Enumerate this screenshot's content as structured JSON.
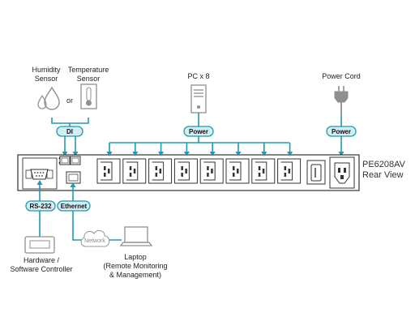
{
  "sensors": {
    "humidity_line1": "Humidity",
    "humidity_line2": "Sensor",
    "or": "or",
    "temperature_line1": "Temperature",
    "temperature_line2": "Sensor",
    "di_tag": "DI"
  },
  "pc": {
    "label": "PC x 8",
    "tag": "Power"
  },
  "power_cord": {
    "label": "Power Cord",
    "tag": "Power"
  },
  "device": {
    "model": "PE6208AV",
    "view": "Rear View",
    "outlet_count": 8
  },
  "ports": {
    "rs232_tag": "RS-232",
    "ethernet_tag": "Ethernet"
  },
  "network": {
    "label": "Network"
  },
  "controller": {
    "line1": "Hardware /",
    "line2": "Software Controller"
  },
  "laptop": {
    "line1": "Laptop",
    "line2": "(Remote Monitoring",
    "line3": "& Management)"
  },
  "colors": {
    "accent": "#1e9bb0",
    "tag_fill": "#d4edf3",
    "icon_gray": "#8f8f8f",
    "body_stroke": "#333333"
  }
}
